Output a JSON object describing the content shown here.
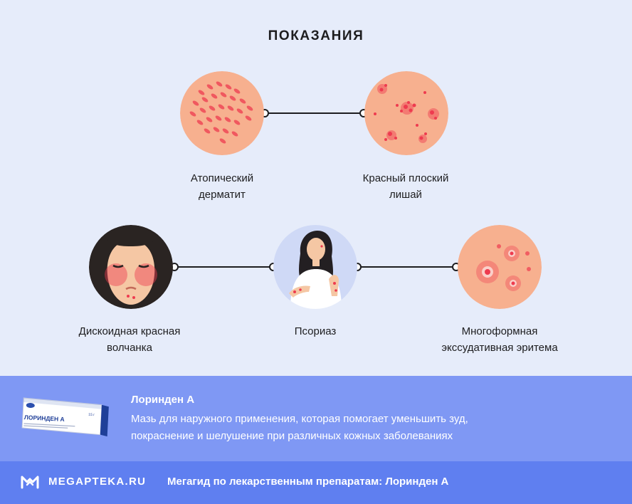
{
  "title": "ПОКАЗАНИЯ",
  "indications": [
    {
      "line1": "Атопический",
      "line2": "дерматит"
    },
    {
      "line1": "Красный плоский",
      "line2": "лишай"
    },
    {
      "line1": "Дискоидная красная",
      "line2": "волчанка"
    },
    {
      "line1": "Псориаз",
      "line2": ""
    },
    {
      "line1": "Многоформная",
      "line2": "экссудативная эритема"
    }
  ],
  "product": {
    "name": "Лоринден А",
    "description_line1": "Мазь для наружного применения, которая помогает уменьшить зуд,",
    "description_line2": "покраснение и шелушение при различных кожных заболеваниях",
    "tube_label": "ЛОРИНДЕН А",
    "tube_weight": "15 г"
  },
  "footer": {
    "brand": "MEGAPTEKA.RU",
    "text": "Мегагид по лекарственным препаратам: Лоринден А"
  },
  "colors": {
    "background": "#e6ecfa",
    "skin": "#f7b08f",
    "rash": "#ee3b4f",
    "product_band": "#7f98f4",
    "footer_band": "#5f7ff0"
  },
  "icons": {
    "logo": "megapteka-logo-icon",
    "product_image": "ointment-tube-image"
  }
}
